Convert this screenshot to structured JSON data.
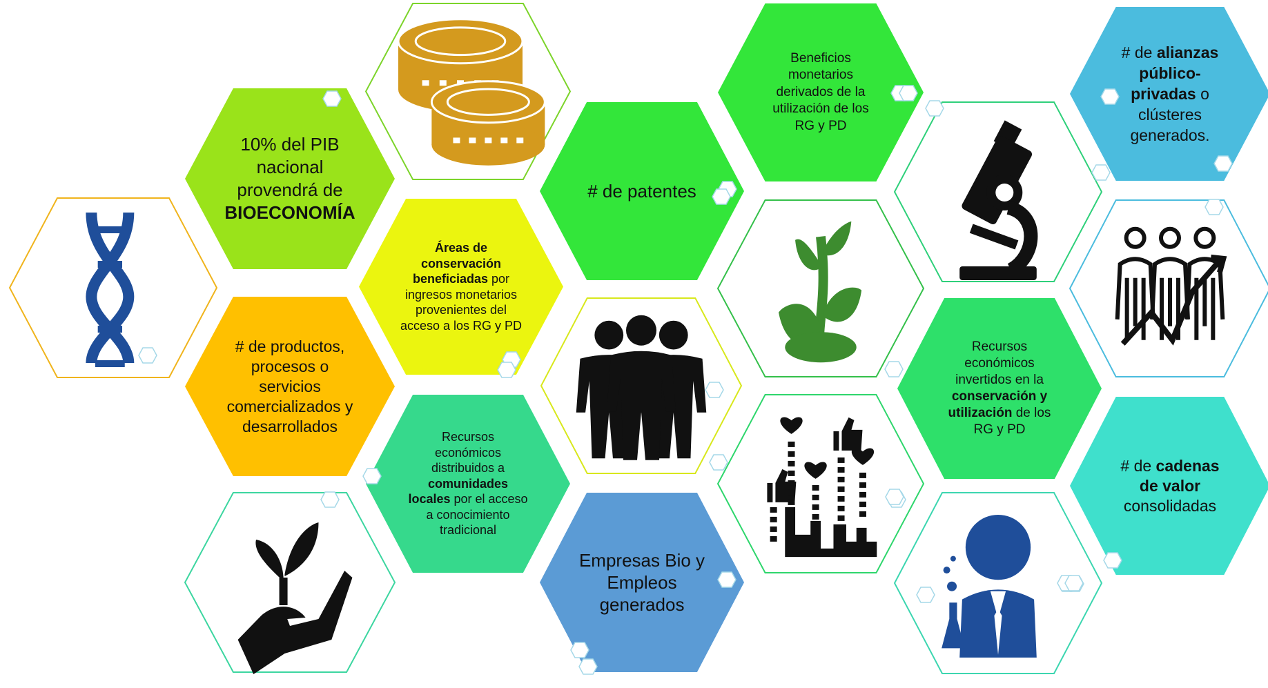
{
  "colors": {
    "lime": "#9ae31a",
    "yellow": "#ebf50f",
    "orange": "#ffc000",
    "teal": "#36d98c",
    "green": "#33e63a",
    "green2": "#2ee06a",
    "blue": "#5b9bd5",
    "sky": "#4bbcde",
    "aqua": "#3fe0cc",
    "icon_blue": "#1f4e9a",
    "coin": "#d49a1e",
    "plant": "#3d8c2f"
  },
  "hexes": {
    "pib": {
      "lines": [
        [
          {
            "t": "10% del PIB"
          }
        ],
        [
          {
            "t": "nacional"
          }
        ],
        [
          {
            "t": "provendrá de"
          }
        ],
        [
          {
            "t": "BIOECONOMÍA",
            "b": true
          }
        ]
      ]
    },
    "areas": {
      "lines": [
        [
          {
            "t": "Áreas de",
            "b": true
          }
        ],
        [
          {
            "t": "conservación",
            "b": true
          }
        ],
        [
          {
            "t": "beneficiadas",
            "b": true
          },
          {
            "t": " por"
          }
        ],
        [
          {
            "t": "ingresos monetarios"
          }
        ],
        [
          {
            "t": "provenientes del"
          }
        ],
        [
          {
            "t": "acceso a los RG y PD"
          }
        ]
      ]
    },
    "productos": {
      "lines": [
        [
          {
            "t": "# de productos,"
          }
        ],
        [
          {
            "t": "procesos o"
          }
        ],
        [
          {
            "t": "servicios"
          }
        ],
        [
          {
            "t": "comercializados y"
          }
        ],
        [
          {
            "t": "desarrollados"
          }
        ]
      ]
    },
    "patentes": {
      "lines": [
        [
          {
            "t": "# de patentes"
          }
        ]
      ]
    },
    "beneficios": {
      "lines": [
        [
          {
            "t": "Beneficios"
          }
        ],
        [
          {
            "t": "monetarios"
          }
        ],
        [
          {
            "t": "derivados de la"
          }
        ],
        [
          {
            "t": "utilización de los"
          }
        ],
        [
          {
            "t": "RG y PD"
          }
        ]
      ]
    },
    "recursos_distribuidos": {
      "lines": [
        [
          {
            "t": "Recursos"
          }
        ],
        [
          {
            "t": "económicos"
          }
        ],
        [
          {
            "t": "distribuidos a"
          }
        ],
        [
          {
            "t": "comunidades",
            "b": true
          }
        ],
        [
          {
            "t": "locales",
            "b": true
          },
          {
            "t": " por el acceso"
          }
        ],
        [
          {
            "t": "a conocimiento"
          }
        ],
        [
          {
            "t": "tradicional"
          }
        ]
      ]
    },
    "empresas": {
      "lines": [
        [
          {
            "t": "Empresas Bio y"
          }
        ],
        [
          {
            "t": "Empleos"
          }
        ],
        [
          {
            "t": "generados"
          }
        ]
      ]
    },
    "recursos_invertidos": {
      "lines": [
        [
          {
            "t": "Recursos"
          }
        ],
        [
          {
            "t": "económicos"
          }
        ],
        [
          {
            "t": "invertidos en la"
          }
        ],
        [
          {
            "t": "conservación y",
            "b": true
          }
        ],
        [
          {
            "t": "utilización",
            "b": true
          },
          {
            "t": " de los"
          }
        ],
        [
          {
            "t": "RG y PD"
          }
        ]
      ]
    },
    "alianzas": {
      "lines": [
        [
          {
            "t": "# de "
          },
          {
            "t": "alianzas",
            "b": true
          }
        ],
        [
          {
            "t": "público-",
            "b": true
          }
        ],
        [
          {
            "t": "privadas",
            "b": true
          },
          {
            "t": " o"
          }
        ],
        [
          {
            "t": "clústeres"
          }
        ],
        [
          {
            "t": "generados."
          }
        ]
      ]
    },
    "cadenas": {
      "lines": [
        [
          {
            "t": "# de "
          },
          {
            "t": "cadenas",
            "b": true
          }
        ],
        [
          {
            "t": "de valor",
            "b": true
          }
        ],
        [
          {
            "t": "consolidadas"
          }
        ]
      ]
    }
  },
  "icons": [
    "dna-icon",
    "coins-icon",
    "people-group-icon",
    "seedling-icon",
    "microscope-icon",
    "people-growth-icon",
    "hand-plant-icon",
    "likes-city-icon",
    "scientist-icon"
  ]
}
